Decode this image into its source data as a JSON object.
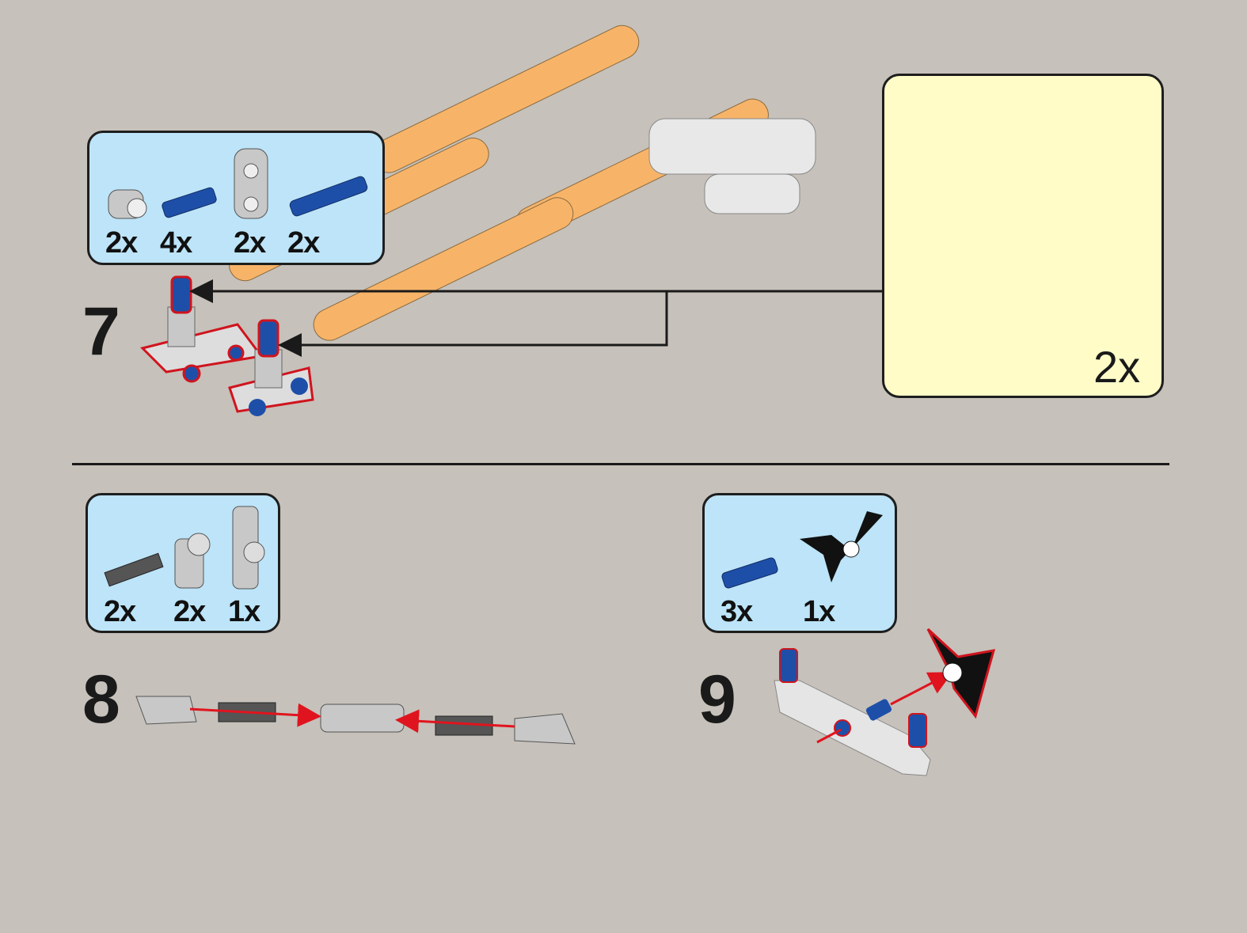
{
  "colors": {
    "background": "#c6c1ba",
    "parts_box": "#bde4f8",
    "callout": "#fffcc8",
    "blue": "#1e4fa8",
    "grey": "#c8c8c8",
    "orange": "#f7b468",
    "red": "#e0141e",
    "black": "#111111"
  },
  "steps": [
    {
      "number": "7",
      "parts": [
        {
          "icon": "bush-grey",
          "qty": "2x"
        },
        {
          "icon": "pin-axle-blue",
          "qty": "4x"
        },
        {
          "icon": "double-cross-block-grey",
          "qty": "2x"
        },
        {
          "icon": "long-pin-blue",
          "qty": "2x"
        }
      ],
      "callout_qty": "2x"
    },
    {
      "number": "8",
      "parts": [
        {
          "icon": "axle-connector-dark",
          "qty": "2x"
        },
        {
          "icon": "angle-connector-1-grey",
          "qty": "2x"
        },
        {
          "icon": "angle-connector-2-grey",
          "qty": "1x"
        }
      ]
    },
    {
      "number": "9",
      "parts": [
        {
          "icon": "pin-axle-blue",
          "qty": "3x"
        },
        {
          "icon": "propeller-black",
          "qty": "1x"
        }
      ]
    }
  ]
}
